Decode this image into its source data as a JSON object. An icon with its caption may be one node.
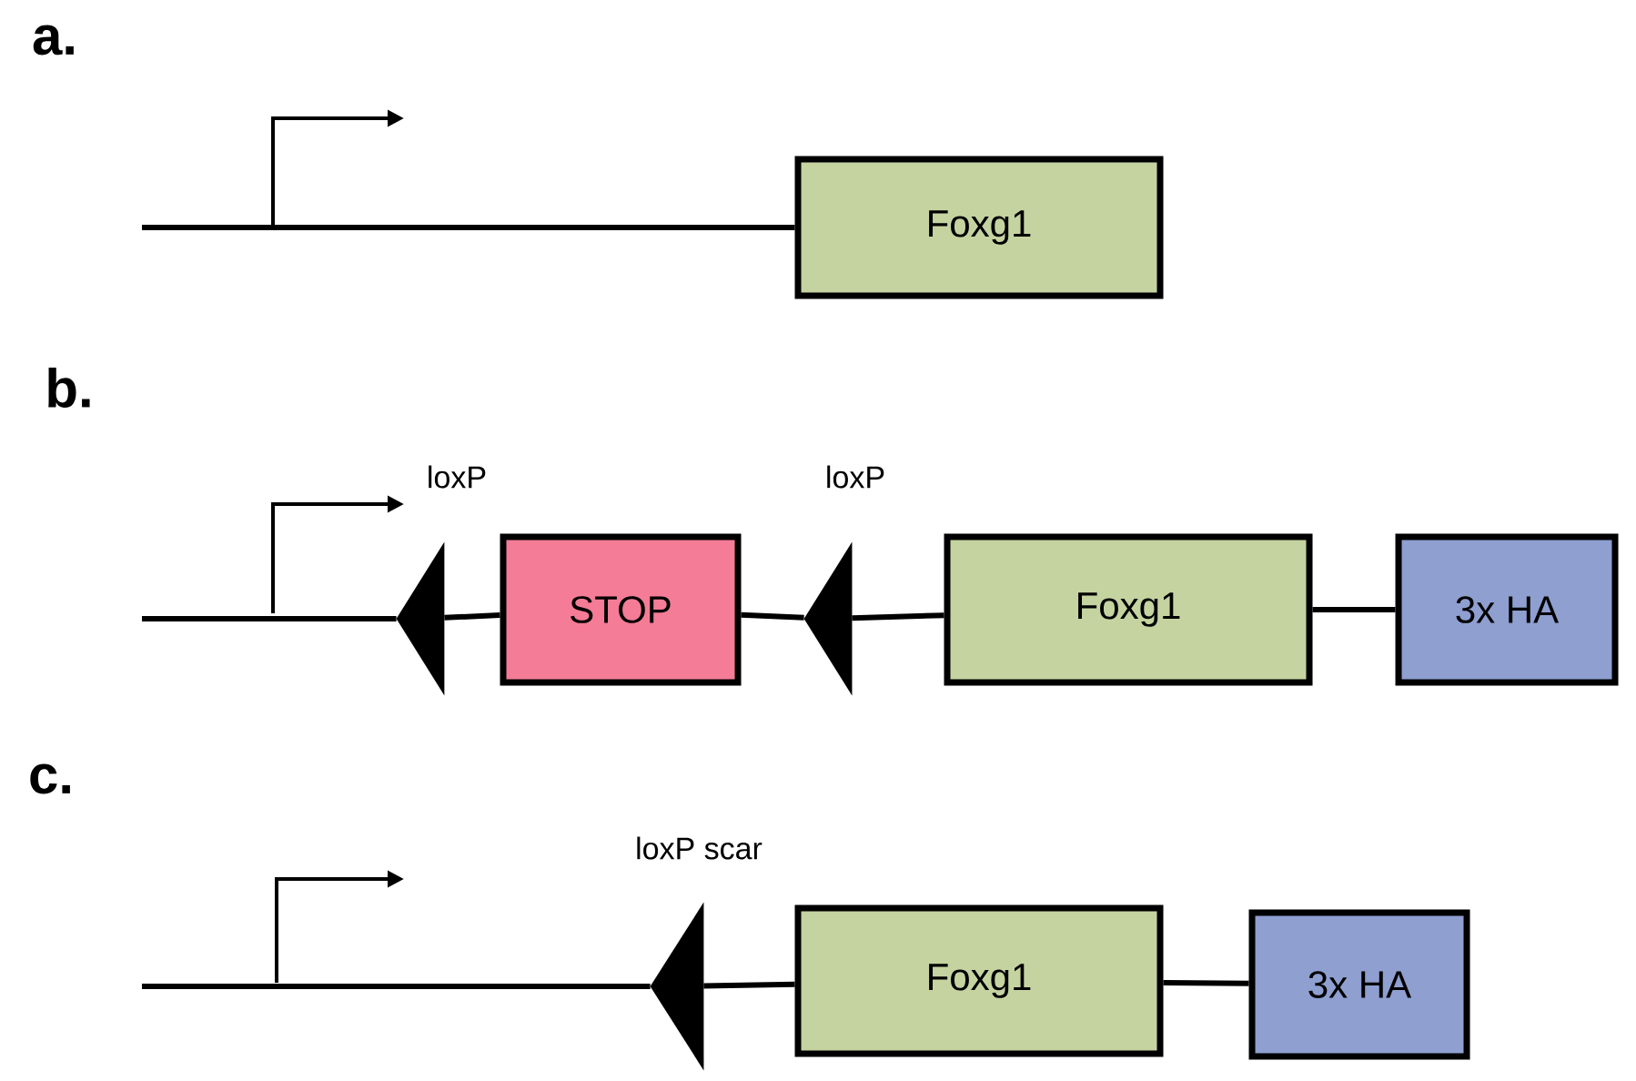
{
  "diagram": {
    "nodes": [
      {
        "text": [
          "Foxg1"
        ]
      },
      {
        "text": [],
        "shape": "triangle",
        "beside": [
          "loxP"
        ]
      },
      {
        "text": [
          "STOP"
        ]
      },
      {
        "text": [],
        "shape": "triangle",
        "beside": [
          "loxP"
        ]
      },
      {
        "text": [
          "Foxg1"
        ]
      },
      {
        "text": [
          "3x HA"
        ]
      },
      {
        "text": [],
        "shape": "triangle",
        "beside": [
          "loxP scar"
        ]
      },
      {
        "text": [
          "Foxg1"
        ]
      },
      {
        "text": [
          "3x HA"
        ]
      }
    ],
    "edges": [
      {
        "from": null,
        "to": 0,
        "arrow": "none"
      },
      {
        "from": null,
        "to": 1,
        "arrow": "none"
      },
      {
        "from": 1,
        "to": 2,
        "arrow": "none"
      },
      {
        "from": 2,
        "to": 3,
        "arrow": "none"
      },
      {
        "from": 3,
        "to": 4,
        "arrow": "none"
      },
      {
        "from": 4,
        "to": 5,
        "arrow": "none"
      },
      {
        "from": null,
        "to": 6,
        "arrow": "none"
      },
      {
        "from": 6,
        "to": 7,
        "arrow": "none"
      },
      {
        "from": 7,
        "to": 8,
        "arrow": "none"
      }
    ],
    "labels": [
      "a.",
      "b.",
      "c."
    ]
  }
}
